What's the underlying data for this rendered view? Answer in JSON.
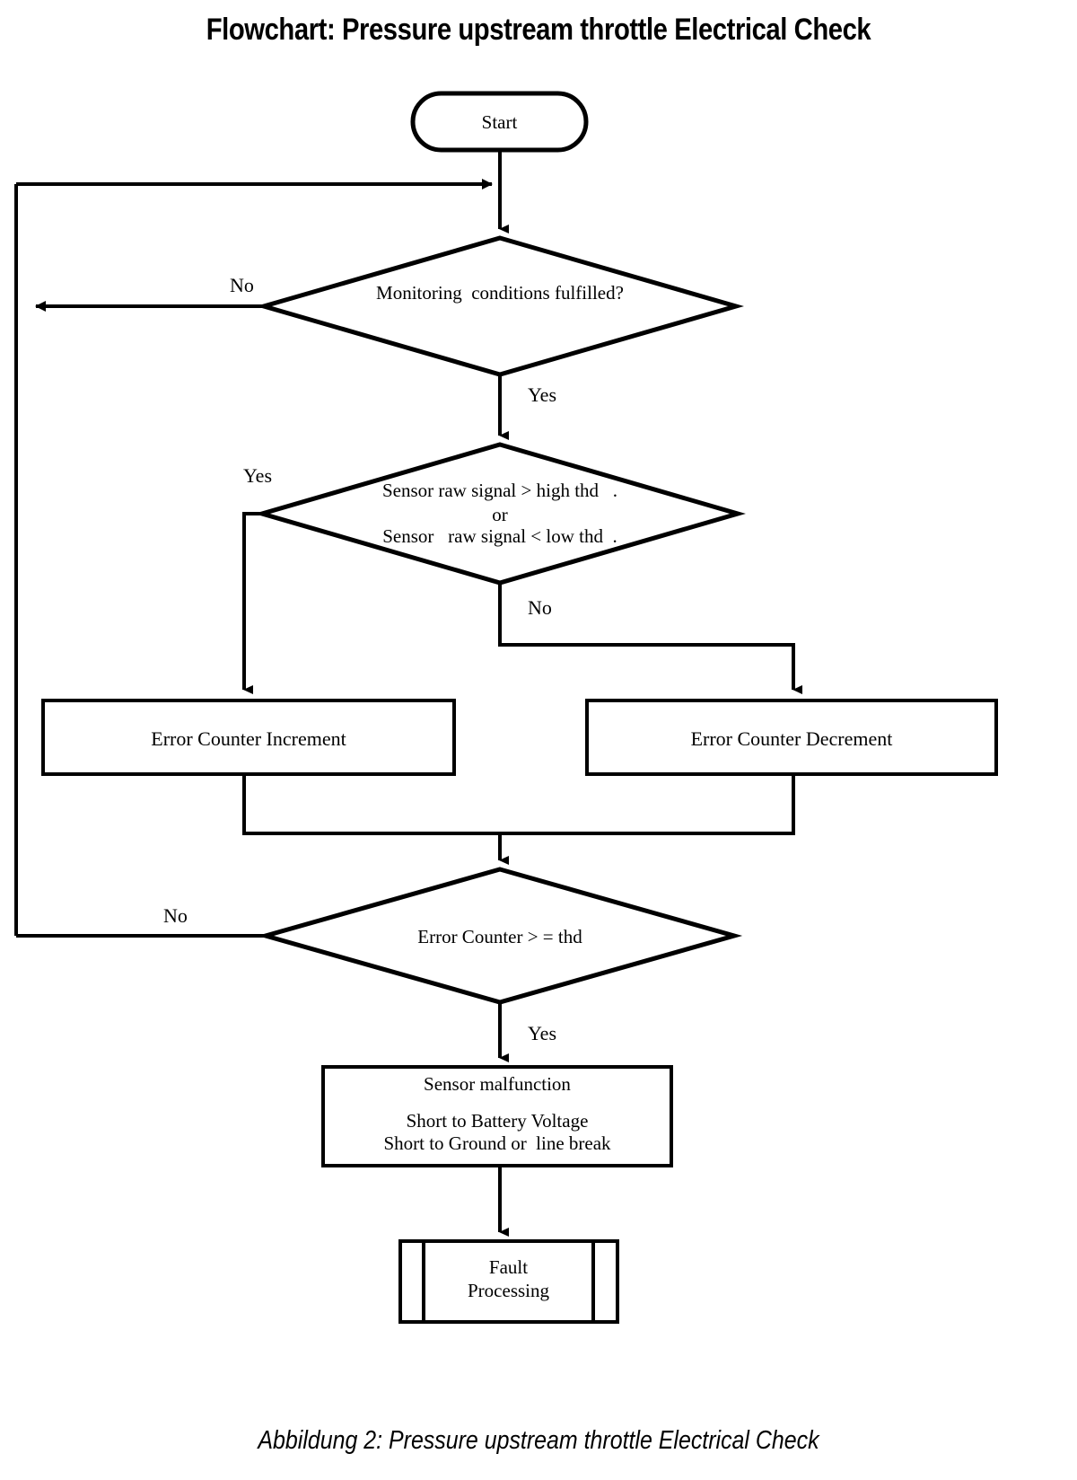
{
  "page": {
    "title": "Flowchart: Pressure upstream throttle Electrical Check",
    "caption": "Abbildung 2: Pressure upstream throttle Electrical Check",
    "background_color": "#ffffff",
    "line_color": "#000000"
  },
  "chart_data": {
    "type": "diagram",
    "diagram_kind": "flowchart",
    "title": "Flowchart: Pressure upstream throttle Electrical Check",
    "nodes": [
      {
        "id": "start",
        "shape": "terminator",
        "label": "Start"
      },
      {
        "id": "cond",
        "shape": "decision",
        "label": "Monitoring  conditions fulfilled?"
      },
      {
        "id": "thd",
        "shape": "decision",
        "label_line1": "Sensor raw signal > high thd   .",
        "label_line2": "or",
        "label_line3": "Sensor   raw signal < low thd  ."
      },
      {
        "id": "inc",
        "shape": "process",
        "label": "Error Counter Increment"
      },
      {
        "id": "dec",
        "shape": "process",
        "label": "Error Counter Decrement"
      },
      {
        "id": "ctr",
        "shape": "decision",
        "label": "Error Counter > = thd"
      },
      {
        "id": "malf",
        "shape": "process",
        "label_line1": "Sensor malfunction",
        "label_line2": "Short to Battery Voltage",
        "label_line3": "Short to Ground or  line break"
      },
      {
        "id": "fault",
        "shape": "predefined-process",
        "label_line1": "Fault",
        "label_line2": "Processing"
      }
    ],
    "edges": [
      {
        "from": "start",
        "to": "cond",
        "label": ""
      },
      {
        "from": "cond",
        "to": "exit-left",
        "label": "No"
      },
      {
        "from": "cond",
        "to": "thd",
        "label": "Yes"
      },
      {
        "from": "thd",
        "to": "inc",
        "label": "Yes"
      },
      {
        "from": "thd",
        "to": "dec",
        "label": "No"
      },
      {
        "from": "inc",
        "to": "ctr",
        "label": ""
      },
      {
        "from": "dec",
        "to": "ctr",
        "label": ""
      },
      {
        "from": "ctr",
        "to": "loop-back-to-start-path",
        "label": "No"
      },
      {
        "from": "ctr",
        "to": "malf",
        "label": "Yes"
      },
      {
        "from": "malf",
        "to": "fault",
        "label": ""
      }
    ]
  },
  "labels": {
    "start": "Start",
    "cond": "Monitoring  conditions fulfilled?",
    "cond_no": "No",
    "cond_yes": "Yes",
    "thd_l1": "Sensor raw signal > high thd   .",
    "thd_l2": "or",
    "thd_l3": "Sensor   raw signal < low thd  .",
    "thd_yes": "Yes",
    "thd_no": "No",
    "inc": "Error Counter Increment",
    "dec": "Error Counter Decrement",
    "ctr": "Error Counter > = thd",
    "ctr_no": "No",
    "ctr_yes": "Yes",
    "malf_l1": "Sensor malfunction",
    "malf_l2": "Short to Battery Voltage",
    "malf_l3": "Short to Ground or  line break",
    "fault_l1": "Fault",
    "fault_l2": "Processing"
  }
}
